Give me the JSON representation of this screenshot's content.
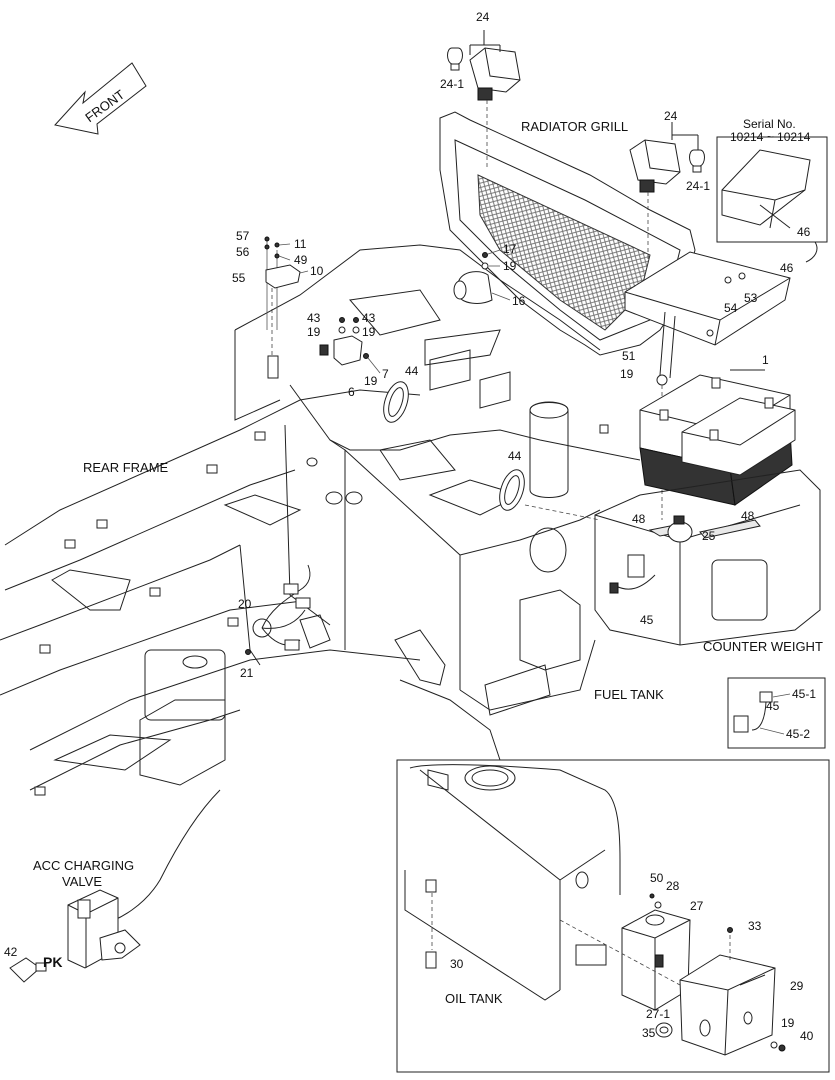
{
  "colors": {
    "line": "#222222",
    "background": "#ffffff",
    "battery_dark": "#333333",
    "mesh": "#9a9a9a"
  },
  "direction": {
    "label": "FRONT",
    "icon": "front-arrow-icon"
  },
  "regions": {
    "radiator_grill": "RADIATOR GRILL",
    "rear_frame": "REAR FRAME",
    "counter_weight": "COUNTER WEIGHT",
    "fuel_tank": "FUEL TANK",
    "oil_tank": "OIL TANK",
    "acc_charging_valve_line1": "ACC CHARGING",
    "acc_charging_valve_line2": "VALVE",
    "pk": "PK"
  },
  "serial_note": {
    "line1": "Serial No.",
    "line2": "10214 ~ 10214",
    "part": "46"
  },
  "parts": {
    "p24_top": "24",
    "p24_1_top": "24-1",
    "p24_right": "24",
    "p24_1_right": "24-1",
    "p57": "57",
    "p56": "56",
    "p11": "11",
    "p49": "49",
    "p55": "55",
    "p10": "10",
    "p17": "17",
    "p19_a": "19",
    "p16": "16",
    "p43_a": "43",
    "p43_b": "43",
    "p19_b": "19",
    "p19_c": "19",
    "p7": "7",
    "p19_d": "19",
    "p6": "6",
    "p44_a": "44",
    "p44_b": "44",
    "p46": "46",
    "p53": "53",
    "p54": "54",
    "p51": "51",
    "p19_e": "19",
    "p1": "1",
    "p48_a": "48",
    "p48_b": "48",
    "p25": "25",
    "p45": "45",
    "p20": "20",
    "p21": "21",
    "p45_inset": "45",
    "p45_1": "45-1",
    "p45_2": "45-2",
    "p42": "42",
    "p50": "50",
    "p28": "28",
    "p27": "27",
    "p33": "33",
    "p30": "30",
    "p29": "29",
    "p27_1": "27-1",
    "p35": "35",
    "p19_f": "19",
    "p40": "40"
  }
}
